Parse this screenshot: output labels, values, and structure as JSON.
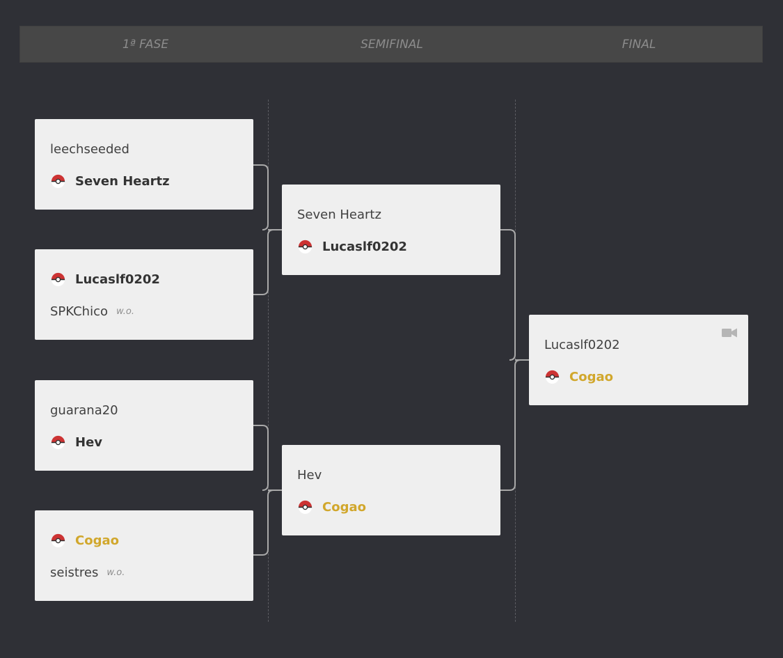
{
  "rounds": {
    "r1": "1ª FASE",
    "r2": "SEMIFINAL",
    "r3": "FINAL"
  },
  "matches": {
    "m1": {
      "p1": "leechseeded",
      "p2": "Seven Heartz"
    },
    "m2": {
      "p1": "Lucaslf0202",
      "p2": "SPKChico",
      "p2_note": "w.o."
    },
    "m3": {
      "p1": "guarana20",
      "p2": "Hev"
    },
    "m4": {
      "p1": "Cogao",
      "p2": "seistres",
      "p2_note": "w.o."
    },
    "sf1": {
      "p1": "Seven Heartz",
      "p2": "Lucaslf0202"
    },
    "sf2": {
      "p1": "Hev",
      "p2": "Cogao"
    },
    "final": {
      "p1": "Lucaslf0202",
      "p2": "Cogao"
    }
  },
  "icons": {
    "winner_marker": "pokeball-icon",
    "video": "camera-icon"
  },
  "colors": {
    "background": "#2f3036",
    "header": "#474747",
    "card": "#efefef",
    "champion": "#d1a72c",
    "connector": "#a9a9a9"
  }
}
